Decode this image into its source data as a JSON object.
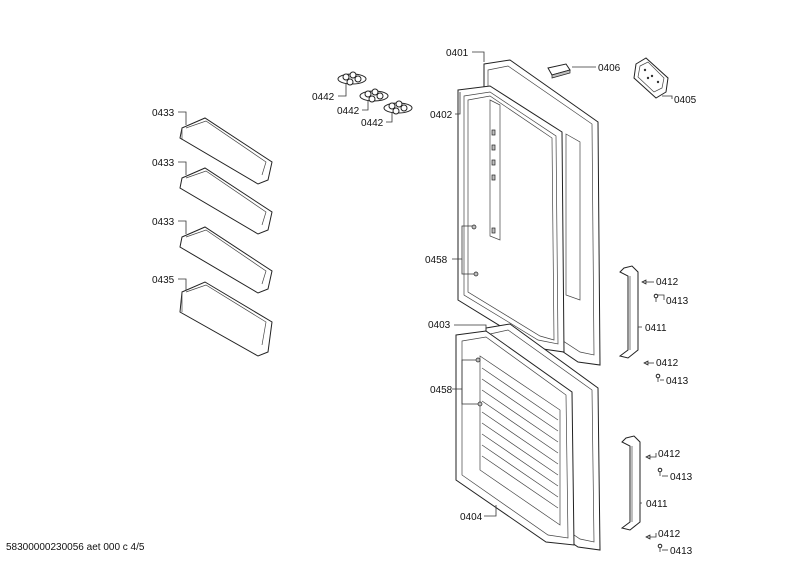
{
  "document_id": "58300000230056 aet 000 c 4/5",
  "labels": {
    "door_shelf_top": "0433",
    "door_shelf_mid": "0433",
    "door_shelf_low": "0433",
    "door_shelf_tall": "0435",
    "egg_tray_1": "0442",
    "egg_tray_2": "0442",
    "egg_tray_3": "0442",
    "fridge_door": "0401",
    "fridge_gasket": "0402",
    "handle_cover": "0406",
    "hinge_plate": "0405",
    "fridge_screws": "0458",
    "freezer_door": "0403",
    "freezer_screws": "0458",
    "freezer_gasket": "0404",
    "handle_upper": "0411",
    "handle_lower": "0411",
    "cap_1": "0412",
    "screw_1": "0413",
    "cap_2": "0412",
    "screw_2": "0413",
    "cap_3": "0412",
    "screw_3": "0413",
    "cap_4": "0412",
    "screw_4": "0413"
  }
}
